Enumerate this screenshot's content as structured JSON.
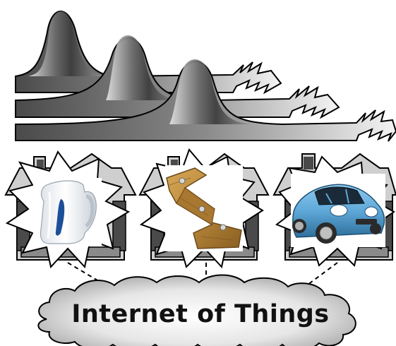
{
  "title": "Internet of Things",
  "colors": {
    "stroke": "#000000",
    "house_dark": "#4a4a4a",
    "house_light": "#cfcfcf",
    "wave_dark": "#333333",
    "wave_light": "#f2f2f2",
    "kettle_body": "#f4f6f8",
    "kettle_window": "#1b4f9a",
    "wood": "#b98a3c",
    "wood_dark": "#7a5520",
    "car_body": "#5ea8d8",
    "car_dark": "#2f6f9c"
  },
  "devices": [
    {
      "name": "kettle",
      "icon": "kettle-image"
    },
    {
      "name": "wooden-beam",
      "icon": "wooden-beam-image"
    },
    {
      "name": "car",
      "icon": "electric-car-image"
    }
  ]
}
